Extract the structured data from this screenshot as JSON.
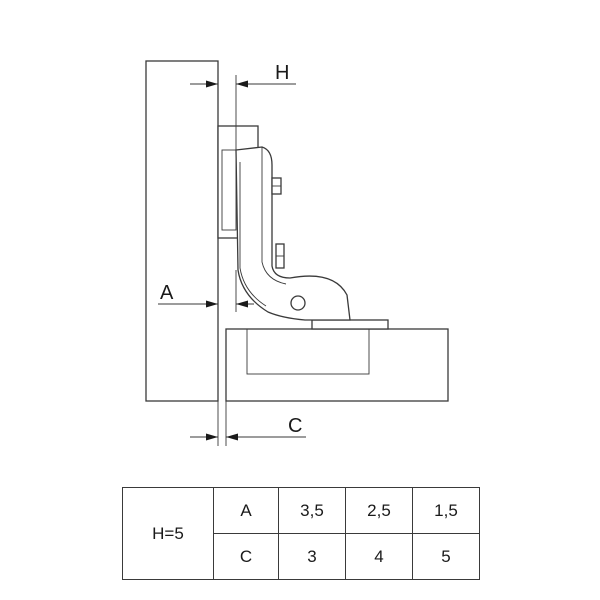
{
  "dimensions": {
    "h_label": "H",
    "a_label": "A",
    "c_label": "C"
  },
  "table": {
    "h_value": "H=5",
    "rows": [
      {
        "label": "A",
        "values": [
          "3,5",
          "2,5",
          "1,5"
        ]
      },
      {
        "label": "C",
        "values": [
          "3",
          "4",
          "5"
        ]
      }
    ]
  }
}
